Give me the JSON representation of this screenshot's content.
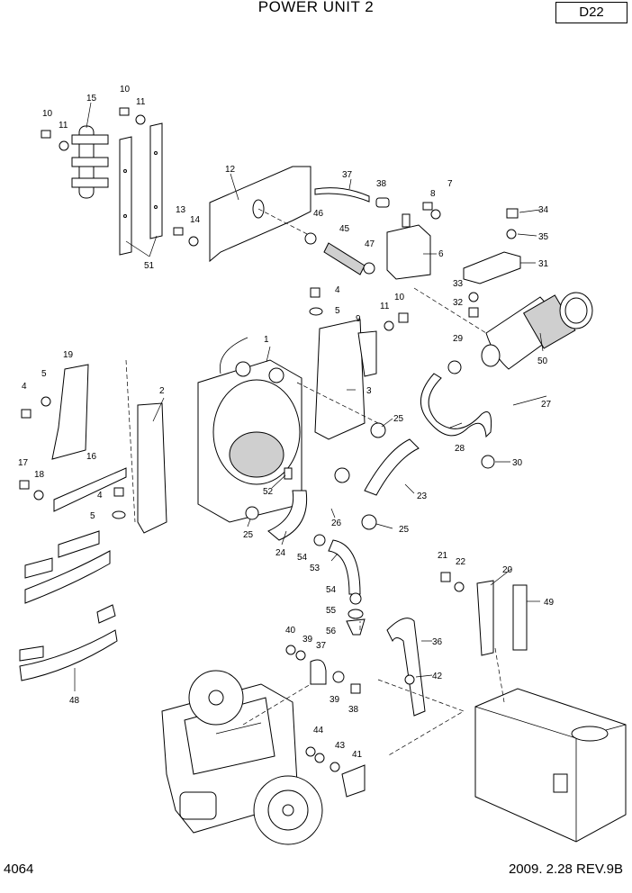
{
  "header": {
    "title": "POWER UNIT 2",
    "page_code": "D22"
  },
  "footer": {
    "page_number": "4064",
    "revision": "2009. 2.28  REV.9B"
  },
  "callouts": [
    "1",
    "2",
    "3",
    "4",
    "5",
    "6",
    "7",
    "8",
    "9",
    "10",
    "11",
    "12",
    "13",
    "14",
    "15",
    "16",
    "17",
    "18",
    "19",
    "20",
    "21",
    "22",
    "23",
    "24",
    "25",
    "26",
    "27",
    "28",
    "29",
    "30",
    "31",
    "32",
    "33",
    "34",
    "35",
    "36",
    "37",
    "38",
    "39",
    "40",
    "41",
    "42",
    "43",
    "44",
    "45",
    "46",
    "47",
    "48",
    "49",
    "50",
    "51",
    "52",
    "53",
    "54",
    "55",
    "56"
  ]
}
